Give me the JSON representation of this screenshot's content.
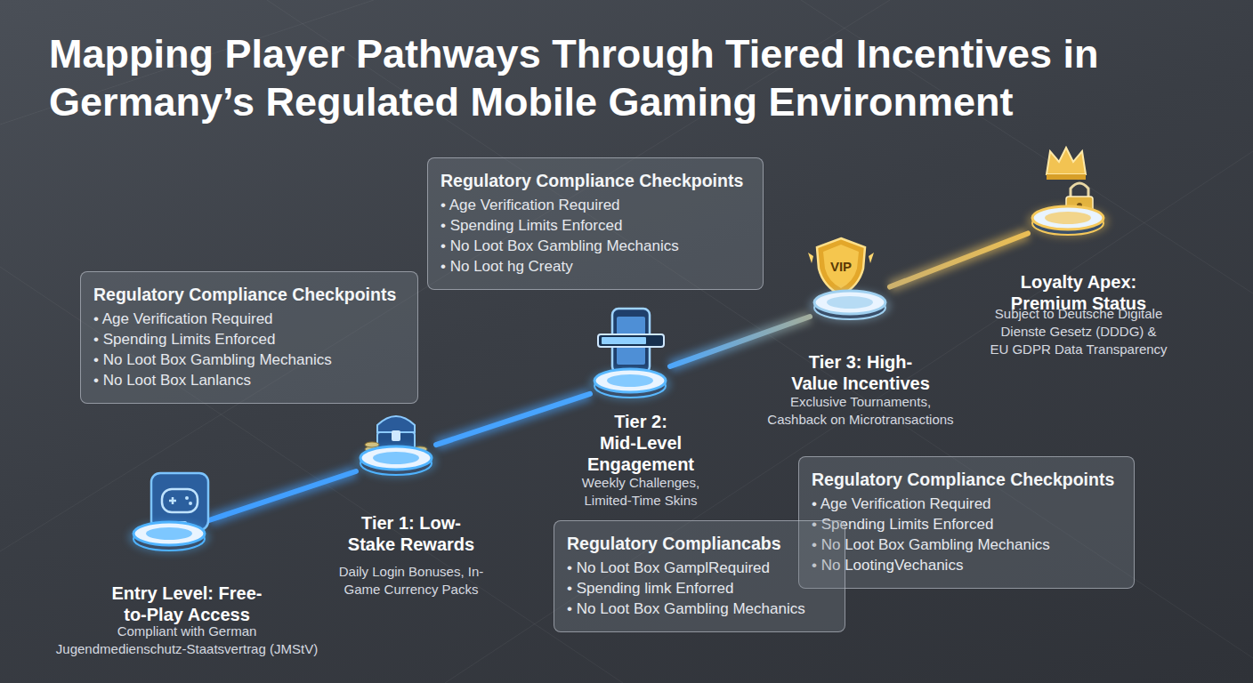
{
  "diagram": {
    "title": "Mapping Player Pathways Through Tiered Incentives in Germany’s Regulated Mobile Gaming Environment",
    "nodes": [
      {
        "text": [
          "Entry Level: Free-to-Play Access",
          "Compliant with German Jugendmedienschutz-Staatsvertrag (JMStV)"
        ]
      },
      {
        "text": [
          "Tier 1: Low-Stake Rewards",
          "Daily Login Bonuses, In-Game Currency Packs"
        ]
      },
      {
        "text": [
          "Tier 2: Mid-Level Engagement",
          "Weekly Challenges, Limited-Time Skins"
        ]
      },
      {
        "text": [
          "Tier 3: High-Value Incentives",
          "Exclusive Tournaments, Cashback on Microtransactions"
        ]
      },
      {
        "text": [
          "Loyalty Apex: Premium Status",
          "Subject to Deutsche Digitale Dienste Gesetz (DDDG) & EU GDPR Data Transparency"
        ]
      },
      {
        "text": [
          "Regulatory Compliance Checkpoints",
          "• Age Verification Required",
          "• Spending Limits Enforced",
          "• No Loot Box Gambling Mechanics",
          "• No Loot Box Lanlancs"
        ]
      },
      {
        "text": [
          "Regulatory Compliance Checkpoints",
          "• Age Verification Required",
          "• Spending Limits Enforced",
          "• No Loot Box Gambling Mechanics",
          "• No Loot hg Creaty"
        ]
      },
      {
        "text": [
          "Regulatory Compliance Checkpoints",
          "• Age Verification Required",
          "• Spending Limits Enforced",
          "• No Loot Box Gambling Mechanics",
          "• No LootingVechanics"
        ]
      },
      {
        "text": [
          "Regulatory Compliancabs",
          "• No Loot Box GamplRequired",
          "• Spending limk Enforred",
          "• No Loot Box Gambling Mechanics"
        ]
      }
    ],
    "edges": [
      {
        "from": 0,
        "to": 1,
        "arrow": "none"
      },
      {
        "from": 1,
        "to": 2,
        "arrow": "none"
      },
      {
        "from": 2,
        "to": 3,
        "arrow": "none"
      },
      {
        "from": 3,
        "to": 4,
        "arrow": "none"
      }
    ],
    "labels": [
      "VIP"
    ]
  }
}
